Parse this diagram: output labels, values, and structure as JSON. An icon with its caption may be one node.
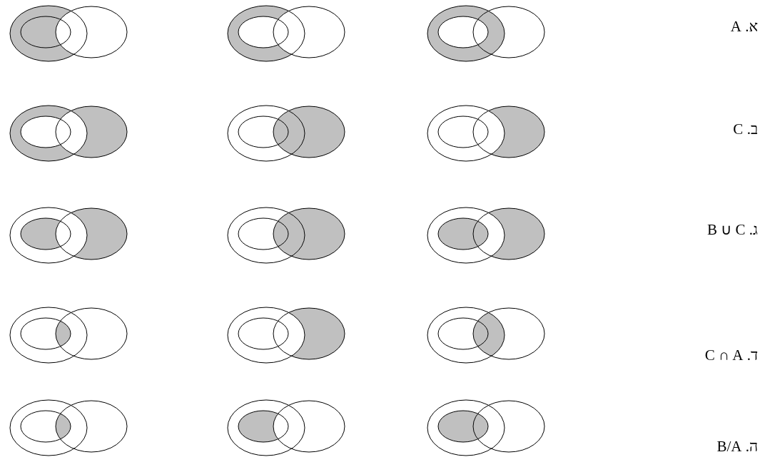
{
  "diagram": {
    "labels": [
      "א. A",
      "ב. C",
      "ג. B ∪ C",
      "ד. C ∩ A",
      "ה. B/A"
    ]
  }
}
